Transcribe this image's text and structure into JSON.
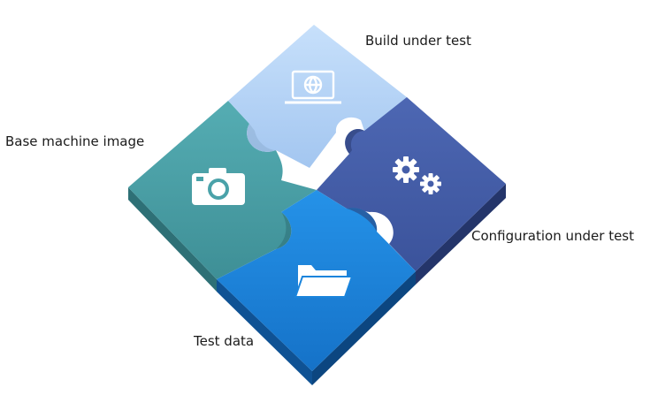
{
  "labels": {
    "build": "Build under test",
    "base": "Base machine image",
    "config": "Configuration under test",
    "testdata": "Test data"
  },
  "pieces": {
    "build": {
      "icon": "laptop-globe-icon",
      "top": "#afd1f7",
      "side": "#7a98bd"
    },
    "base": {
      "icon": "camera-icon",
      "top": "#4aa2a9",
      "side": "#2e7076"
    },
    "config": {
      "icon": "gears-icon",
      "top": "#455ea9",
      "side": "#2b3c72"
    },
    "testdata": {
      "icon": "folder-icon",
      "top": "#1a84dc",
      "side": "#0f5294"
    }
  }
}
